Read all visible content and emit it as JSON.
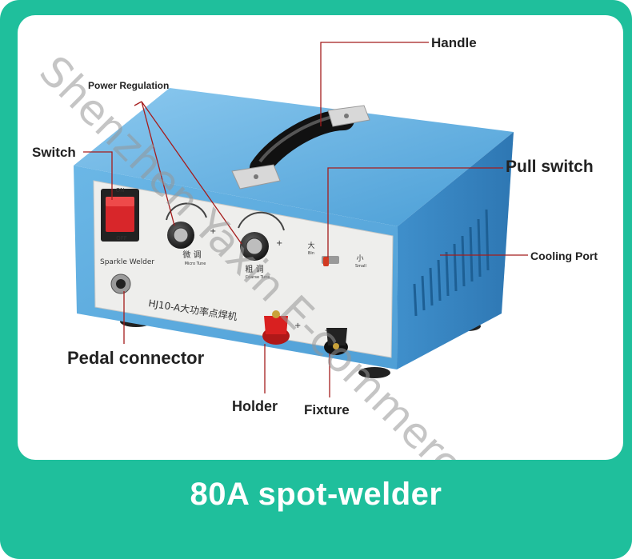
{
  "caption": "80A spot-welder",
  "watermark": "Shenzhen Yaxin E-commerce Co., Ltd.",
  "labels": {
    "handle": "Handle",
    "power_regulation": "Power Regulation",
    "switch": "Switch",
    "pull_switch": "Pull switch",
    "cooling_port": "Cooling Port",
    "pedal_connector": "Pedal connector",
    "holder": "Holder",
    "fixture": "Fixture"
  },
  "device": {
    "on": "ON",
    "off": "OFF",
    "sparkle_welder": "Sparkle Welder",
    "model": "HJ10-A大功率点焊机",
    "micro_cn": "微 调",
    "micro_en": "Micro Tune",
    "coarse_cn": "粗 调",
    "coarse_en": "Coarse Tune",
    "big_cn": "大",
    "big_en": "Bin",
    "small_cn": "小",
    "small_en": "Small",
    "plus": "+",
    "minus": "-"
  },
  "colors": {
    "frame": "#1fbf9c",
    "case": "#5aaee0",
    "pointer": "#a51c1c"
  }
}
